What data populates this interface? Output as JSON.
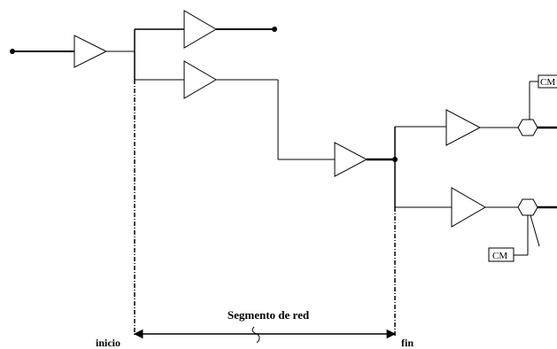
{
  "labels": {
    "segment": "Segmento de red",
    "start": "inicio",
    "end": "fin",
    "cm_top": "CM",
    "cm_bottom": "CM"
  }
}
